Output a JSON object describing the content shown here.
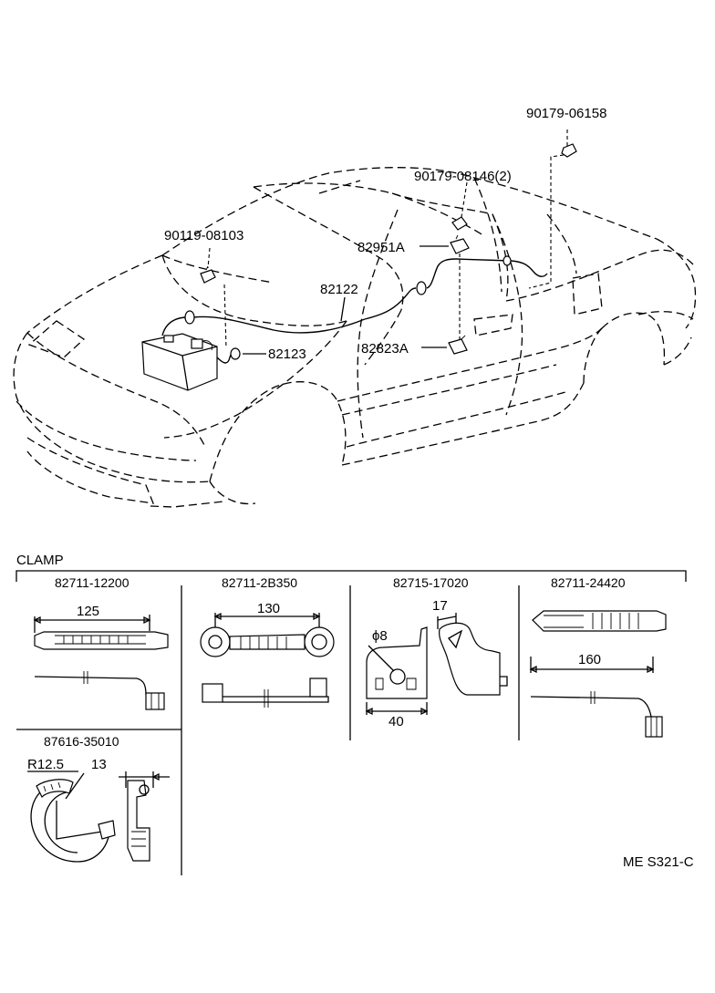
{
  "callouts": {
    "p1": "90179-06158",
    "p2": "90179-08146(2)",
    "p3": "90119-08103",
    "p4": "82951A",
    "p5": "82122",
    "p6": "82123",
    "p7": "82823A"
  },
  "clamp": {
    "title": "CLAMP",
    "items": [
      {
        "part": "82711-12200",
        "dim": "125"
      },
      {
        "part": "82711-2B350",
        "dim": "130"
      },
      {
        "part": "82715-17020",
        "dim_a": "ϕ8",
        "dim_b": "17",
        "dim_c": "40"
      },
      {
        "part": "82711-24420",
        "dim": "160"
      },
      {
        "part": "87616-35010",
        "dim_a": "R12.5",
        "dim_b": "13"
      }
    ]
  },
  "code": "ME S321-C"
}
